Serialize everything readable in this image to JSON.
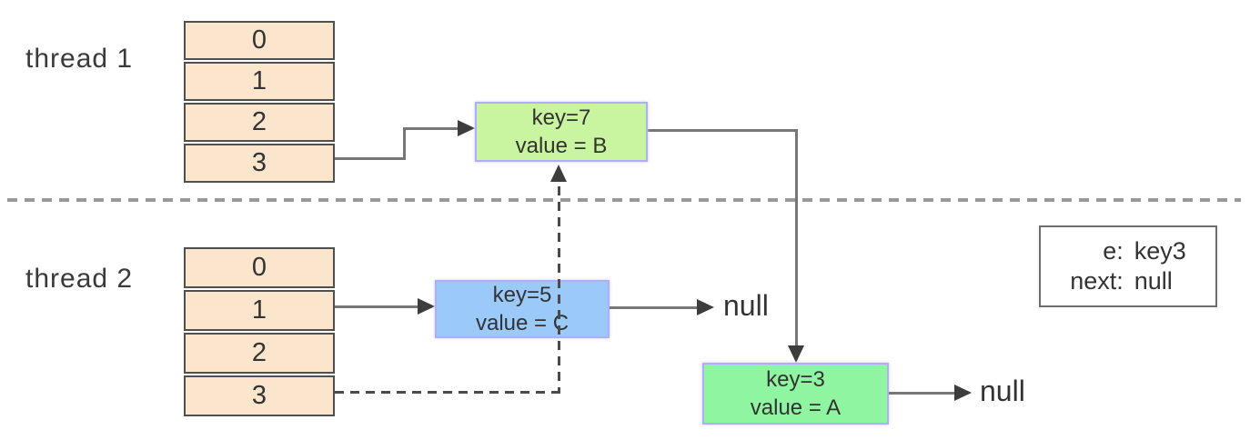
{
  "diagram": {
    "thread1": {
      "label": "thread 1"
    },
    "thread2": {
      "label": "thread 2"
    },
    "array1": {
      "cells": [
        "0",
        "1",
        "2",
        "3"
      ]
    },
    "array2": {
      "cells": [
        "0",
        "1",
        "2",
        "3"
      ]
    },
    "nodes": {
      "key7": {
        "line1": "key=7",
        "line2": "value = B",
        "fill": "#c9f4a0"
      },
      "key5": {
        "line1": "key=5",
        "line2": "value = C",
        "fill": "#9ccaf8"
      },
      "key3": {
        "line1": "key=3",
        "line2": "value = A",
        "fill": "#8ff5a0"
      }
    },
    "null_after_key5": "null",
    "null_after_key3": "null",
    "note": {
      "row1_label": "e:",
      "row1_value": "key3",
      "row2_label": "next:",
      "row2_value": "null"
    },
    "colors": {
      "bucket_fill": "#fbe5cc",
      "node_border": "#aeaefa",
      "line": "#777777",
      "arrowhead": "#3d3d3d",
      "divider_dash": "#999999",
      "dashed_line": "#4a4a4a",
      "text": "#333333"
    }
  }
}
